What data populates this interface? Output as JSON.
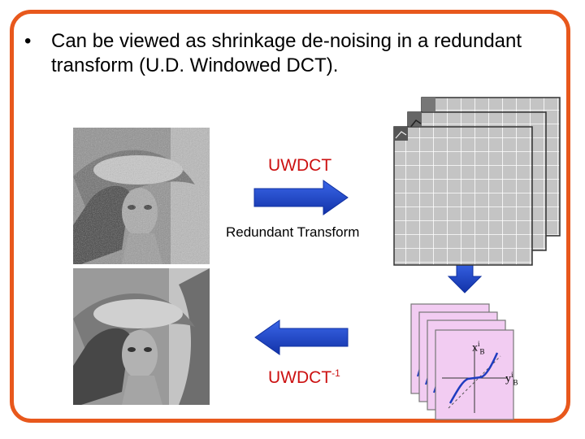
{
  "slide": {
    "bullet": "Can be viewed as shrinkage de-noising in a redundant transform (U.D. Windowed DCT).",
    "bullet_marker": "•",
    "forward_label": "UWDCT",
    "transform_label": "Redundant Transform",
    "inverse_label_base": "UWDCT",
    "inverse_label_sup": "-1",
    "curve_input_label": "x",
    "curve_input_sup": "i",
    "curve_input_sub": "B",
    "curve_output_label": "y",
    "curve_output_sup": "i",
    "curve_output_sub": "B"
  },
  "colors": {
    "frame": "#e8581c",
    "arrow_blue": "#1f45c8",
    "label_red": "#cc1111",
    "card_pink": "#f2ccf2",
    "curve_blue": "#1f3cc0"
  },
  "icons": [
    "noisy-lena-photo",
    "denoised-lena-photo",
    "coefficient-grid-stack",
    "shrinkage-curve-stack"
  ]
}
